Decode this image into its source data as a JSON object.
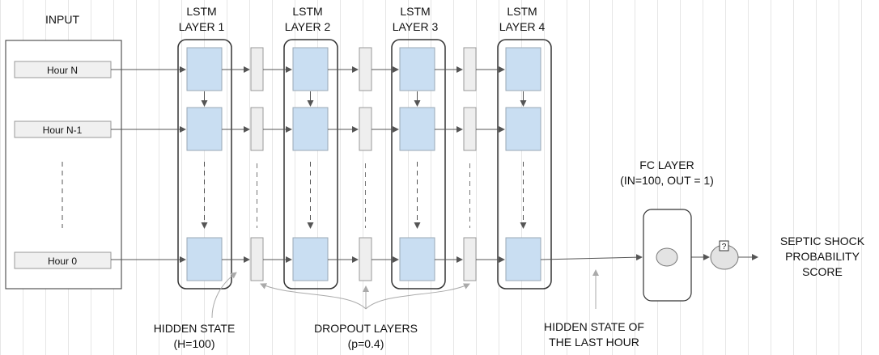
{
  "colors": {
    "background": "#ffffff",
    "grid": "#e6e6e6",
    "cell_fill": "#c9def2",
    "cell_stroke": "#9aa8b6",
    "dropout_fill": "#eeeeee",
    "layer_border": "#333333",
    "arrow": "#555555",
    "note_arrow": "#aaaaaa"
  },
  "input": {
    "title": "INPUT",
    "rows": [
      "Hour N",
      "Hour N-1",
      "Hour 0"
    ]
  },
  "lstm_layers": [
    {
      "line1": "LSTM",
      "line2": "LAYER 1"
    },
    {
      "line1": "LSTM",
      "line2": "LAYER 2"
    },
    {
      "line1": "LSTM",
      "line2": "LAYER 3"
    },
    {
      "line1": "LSTM",
      "line2": "LAYER 4"
    }
  ],
  "fc": {
    "title": "FC LAYER",
    "params": "(IN=100, OUT = 1)",
    "activation_glyph": "?"
  },
  "output": {
    "line1": "SEPTIC SHOCK",
    "line2": "PROBABILITY",
    "line3": "SCORE"
  },
  "annotations": {
    "hidden_state": {
      "line1": "HIDDEN STATE",
      "line2": "(H=100)"
    },
    "dropout": {
      "line1": "DROPOUT LAYERS",
      "line2": "(p=0.4)"
    },
    "last_hidden": {
      "line1": "HIDDEN STATE OF",
      "line2": "THE LAST HOUR"
    }
  }
}
